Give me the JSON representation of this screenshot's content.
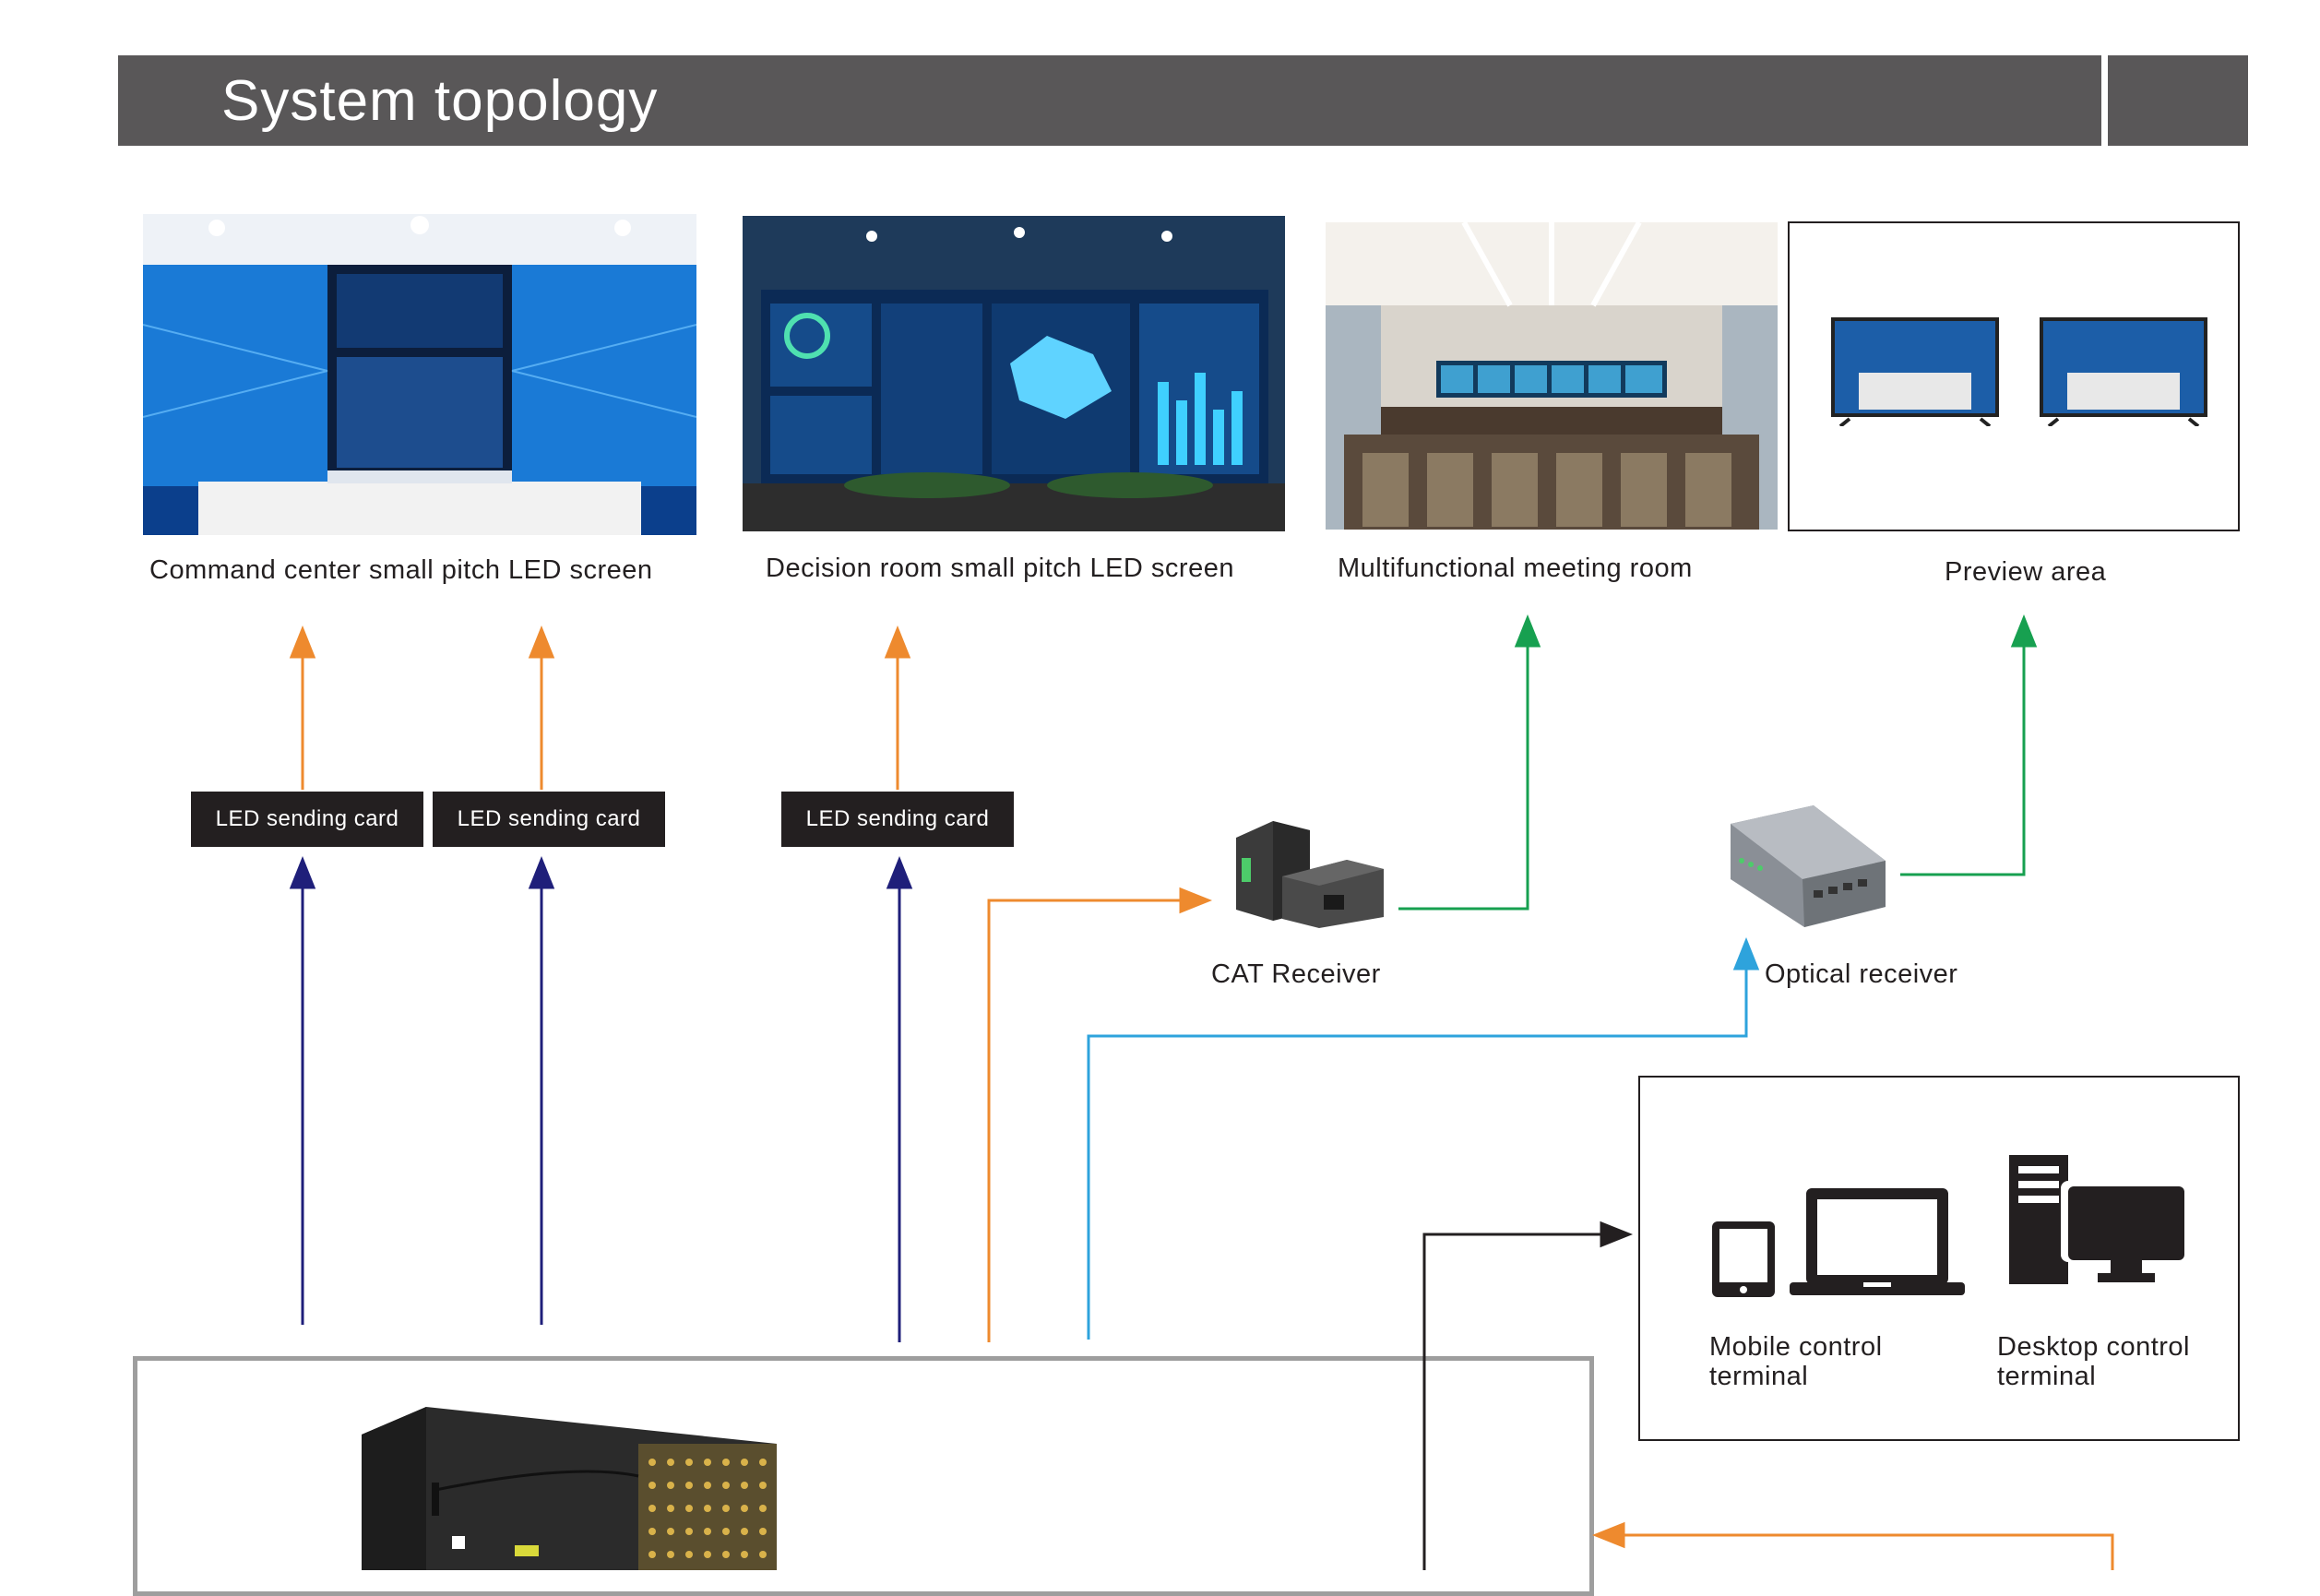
{
  "header": {
    "title": "System topology"
  },
  "displays": {
    "command_center": "Command center small pitch LED screen",
    "decision_room": "Decision room small pitch LED screen",
    "meeting_room": "Multifunctional meeting room",
    "preview_area": "Preview area"
  },
  "cards": {
    "card_1": "LED sending card",
    "card_2": "LED sending card",
    "card_3": "LED sending card"
  },
  "receivers": {
    "cat": "CAT Receiver",
    "optical": "Optical receiver"
  },
  "terminals": {
    "mobile": "Mobile control terminal",
    "desktop": "Desktop control terminal"
  },
  "colors": {
    "orange": "#ee8a2e",
    "navy": "#1f1f7a",
    "green": "#17a050",
    "blue": "#2ea3dc",
    "black": "#231f20",
    "header_bg": "#595758"
  }
}
